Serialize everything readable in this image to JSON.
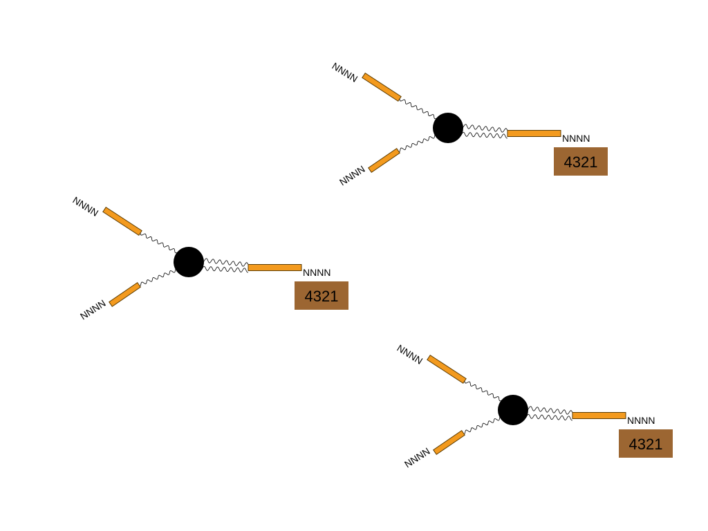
{
  "colors": {
    "background": "#ffffff",
    "core": "#000000",
    "arm_bar": "#f39a1e",
    "arm_bar_stroke": "#5a3a00",
    "tag_fill": "#9c6632",
    "linker": "#000000"
  },
  "molecules": [
    {
      "id": "molecule-1",
      "arm_labels": [
        "NNNN",
        "NNNN",
        "NNNN"
      ],
      "tag_label": "4321"
    },
    {
      "id": "molecule-2",
      "arm_labels": [
        "NNNN",
        "NNNN",
        "NNNN"
      ],
      "tag_label": "4321"
    },
    {
      "id": "molecule-3",
      "arm_labels": [
        "NNNN",
        "NNNN",
        "NNNN"
      ],
      "tag_label": "4321"
    }
  ]
}
